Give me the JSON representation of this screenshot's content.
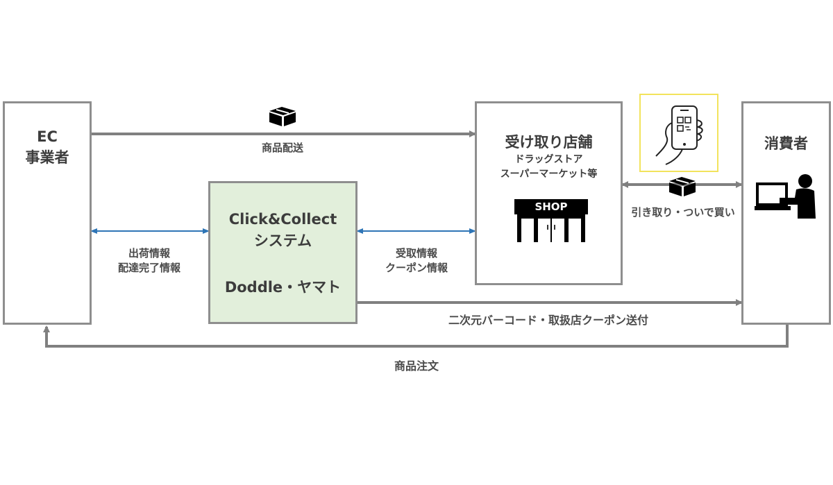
{
  "nodes": {
    "ec": {
      "line1": "EC",
      "line2": "事業者"
    },
    "system": {
      "line1": "Click&Collect",
      "line2": "システム",
      "line3": "Doddle・ヤマト"
    },
    "store": {
      "title": "受け取り店舗",
      "sub1": "ドラッグストア",
      "sub2": "スーパーマーケット等",
      "shop_sign": "SHOP"
    },
    "consumer": {
      "title": "消費者"
    }
  },
  "edges": {
    "delivery": "商品配送",
    "ship_info_1": "出荷情報",
    "ship_info_2": "配達完了情報",
    "receive_info_1": "受取情報",
    "receive_info_2": "クーポン情報",
    "pickup": "引き取り・ついで買い",
    "barcode": "二次元バーコード・取扱店クーポン送付",
    "order": "商品注文"
  },
  "colors": {
    "box_border": "#8e8e8e",
    "system_fill": "#e2efdb",
    "gray_arrow": "#808080",
    "blue_arrow": "#2e75b6",
    "qr_frame": "#f2e35c"
  }
}
